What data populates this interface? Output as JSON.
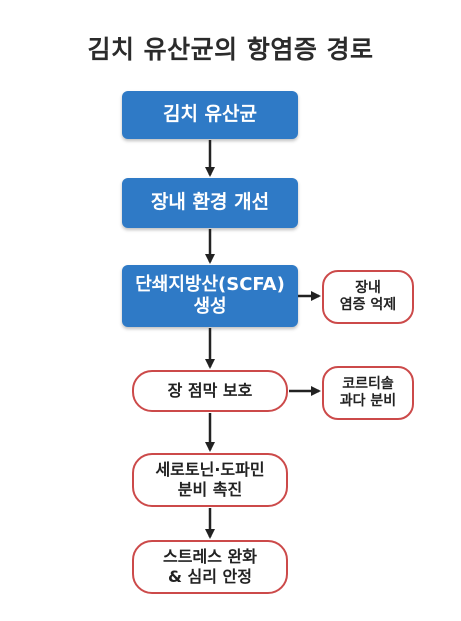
{
  "title": "김치 유산균의 항염증 경로",
  "nodes": {
    "n1": {
      "line1": "김치 유산균"
    },
    "n2": {
      "line1": "장내 환경 개선"
    },
    "n3": {
      "line1": "단쇄지방산(SCFA)",
      "line2": "생성"
    },
    "n4": {
      "line1": "장 점막 보호"
    },
    "n5": {
      "line1": "세로토닌·도파민",
      "line2": "분비 촉진"
    },
    "n6": {
      "line1": "스트레스 완화",
      "line2": "& 심리 안정"
    },
    "s1": {
      "line1": "장내",
      "line2": "염증 억제"
    },
    "s2": {
      "line1": "코르티솔",
      "line2": "과다 분비"
    }
  },
  "colors": {
    "primary_box": "#2f7ac6",
    "outline_box": "#cc4a4a",
    "arrow": "#222222"
  }
}
